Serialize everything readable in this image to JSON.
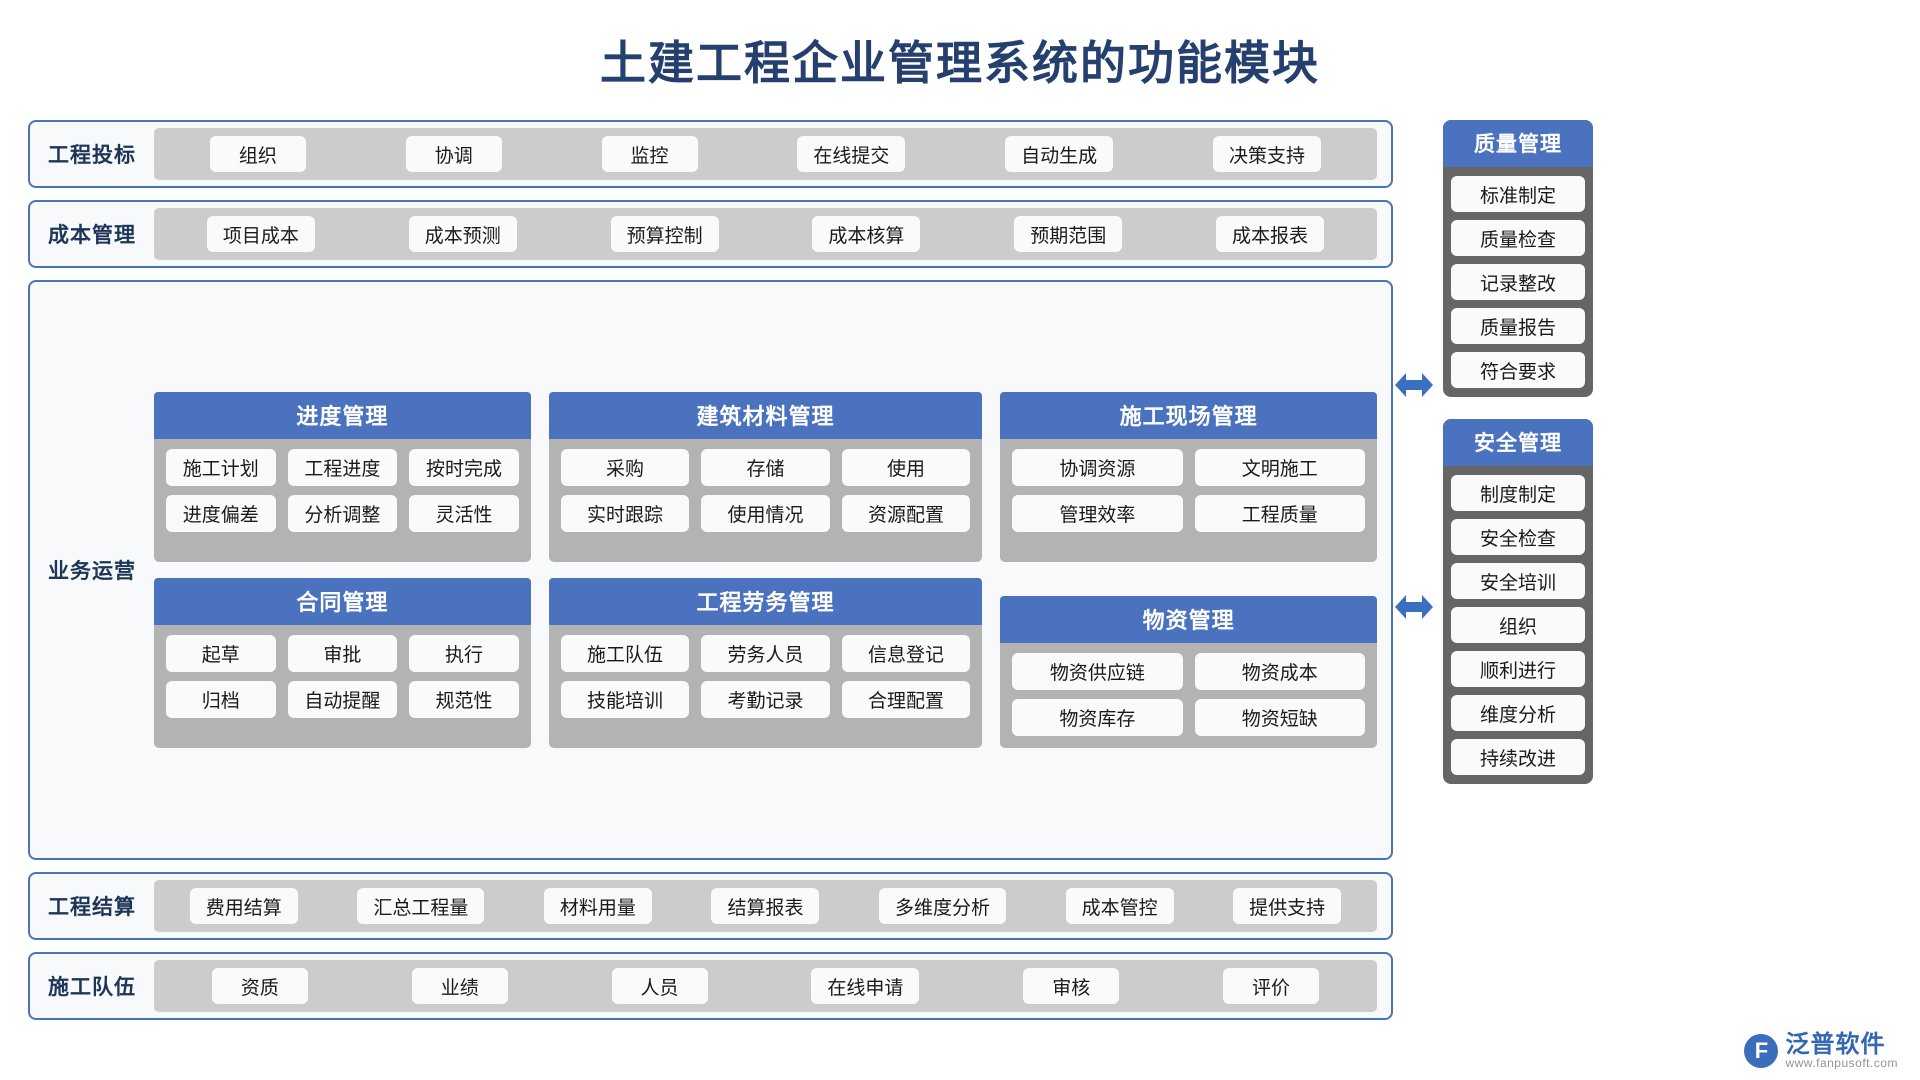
{
  "title": "土建工程企业管理系统的功能模块",
  "colors": {
    "title": "#25406e",
    "accent_blue": "#4a72bf",
    "card_border": "#4a73b8",
    "band_gray": "#cccccc",
    "module_gray": "#b3b3b3",
    "sidebar_gray": "#666666",
    "pill_white": "#fafafa"
  },
  "rows": {
    "bidding": {
      "label": "工程投标",
      "items": [
        "组织",
        "协调",
        "监控",
        "在线提交",
        "自动生成",
        "决策支持"
      ]
    },
    "cost": {
      "label": "成本管理",
      "items": [
        "项目成本",
        "成本预测",
        "预算控制",
        "成本核算",
        "预期范围",
        "成本报表"
      ]
    },
    "settlement": {
      "label": "工程结算",
      "items": [
        "费用结算",
        "汇总工程量",
        "材料用量",
        "结算报表",
        "多维度分析",
        "成本管控",
        "提供支持"
      ]
    },
    "team": {
      "label": "施工队伍",
      "items": [
        "资质",
        "业绩",
        "人员",
        "在线申请",
        "审核",
        "评价"
      ]
    }
  },
  "business": {
    "label": "业务运营",
    "modules": [
      {
        "title": "进度管理",
        "rows": [
          [
            "施工计划",
            "工程进度",
            "按时完成"
          ],
          [
            "进度偏差",
            "分析调整",
            "灵活性"
          ]
        ]
      },
      {
        "title": "建筑材料管理",
        "rows": [
          [
            "采购",
            "存储",
            "使用"
          ],
          [
            "实时跟踪",
            "使用情况",
            "资源配置"
          ]
        ]
      },
      {
        "title": "施工现场管理",
        "rows": [
          [
            "协调资源",
            "文明施工"
          ],
          [
            "管理效率",
            "工程质量"
          ]
        ]
      },
      {
        "title": "合同管理",
        "rows": [
          [
            "起草",
            "审批",
            "执行"
          ],
          [
            "归档",
            "自动提醒",
            "规范性"
          ]
        ]
      },
      {
        "title": "工程劳务管理",
        "rows": [
          [
            "施工队伍",
            "劳务人员",
            "信息登记"
          ],
          [
            "技能培训",
            "考勤记录",
            "合理配置"
          ]
        ]
      },
      {
        "title": "物资管理",
        "rows": [
          [
            "物资供应链",
            "物资成本"
          ],
          [
            "物资库存",
            "物资短缺"
          ]
        ]
      }
    ]
  },
  "sidebar": {
    "panels": [
      {
        "title": "质量管理",
        "items": [
          "标准制定",
          "质量检查",
          "记录整改",
          "质量报告",
          "符合要求"
        ]
      },
      {
        "title": "安全管理",
        "items": [
          "制度制定",
          "安全检查",
          "安全培训",
          "组织",
          "顺利进行",
          "维度分析",
          "持续改进"
        ]
      }
    ]
  },
  "arrows": [
    {
      "name": "quality-link-arrow"
    },
    {
      "name": "safety-link-arrow"
    }
  ],
  "logo": {
    "mark": "F",
    "name": "泛普软件",
    "url": "www.fanpusoft.com"
  }
}
